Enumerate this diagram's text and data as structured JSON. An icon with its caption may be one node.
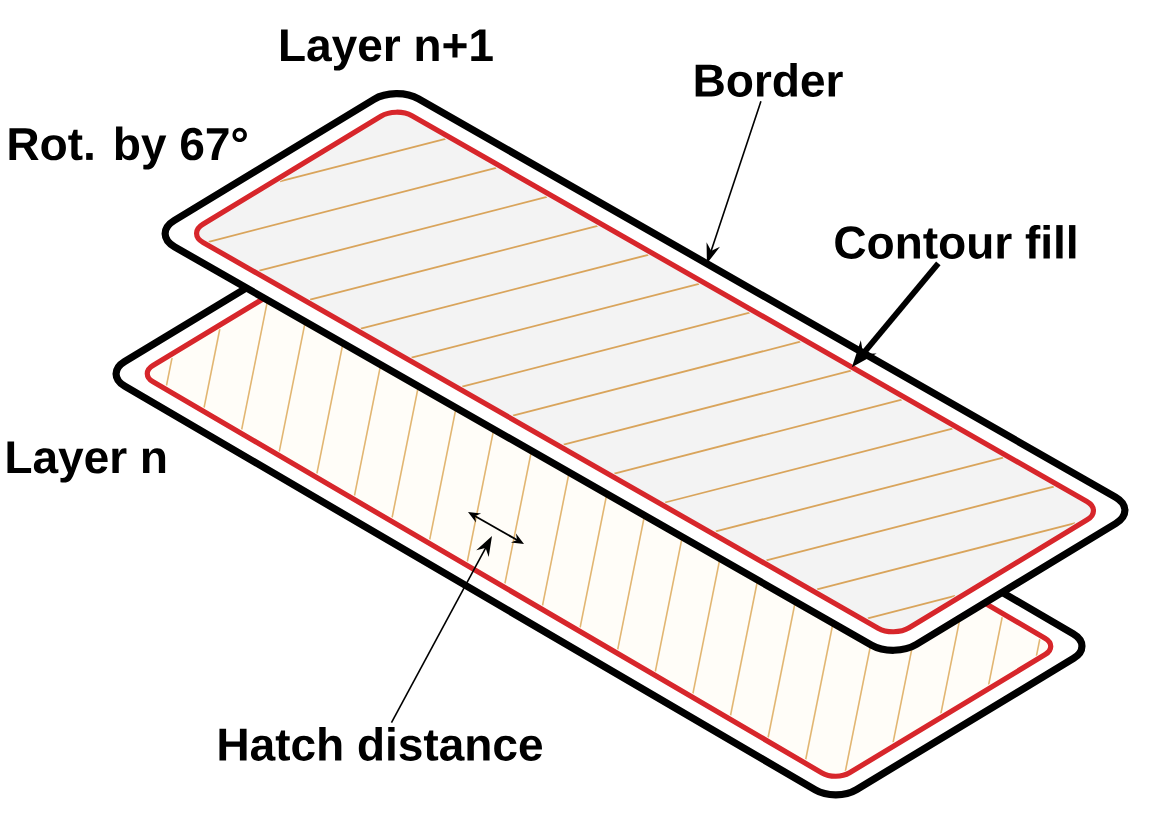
{
  "diagram": {
    "nodes": [
      {
        "text": [
          "Border"
        ]
      },
      {
        "text": [],
        "shape": "box"
      },
      {
        "text": [],
        "shape": "box",
        "in": 1
      },
      {
        "text": [
          "Contour fill"
        ]
      },
      {
        "text": [
          "Hatch distance"
        ]
      }
    ],
    "edges": [
      {
        "from": 0,
        "to": 1,
        "arrow": "to"
      },
      {
        "from": 3,
        "to": 2,
        "arrow": "to",
        "style": "thick"
      },
      {
        "from": 4,
        "to": null,
        "arrow": "to"
      }
    ],
    "labels": [
      "Layer n+1",
      "Rot. by 67°",
      "Layer n"
    ]
  }
}
